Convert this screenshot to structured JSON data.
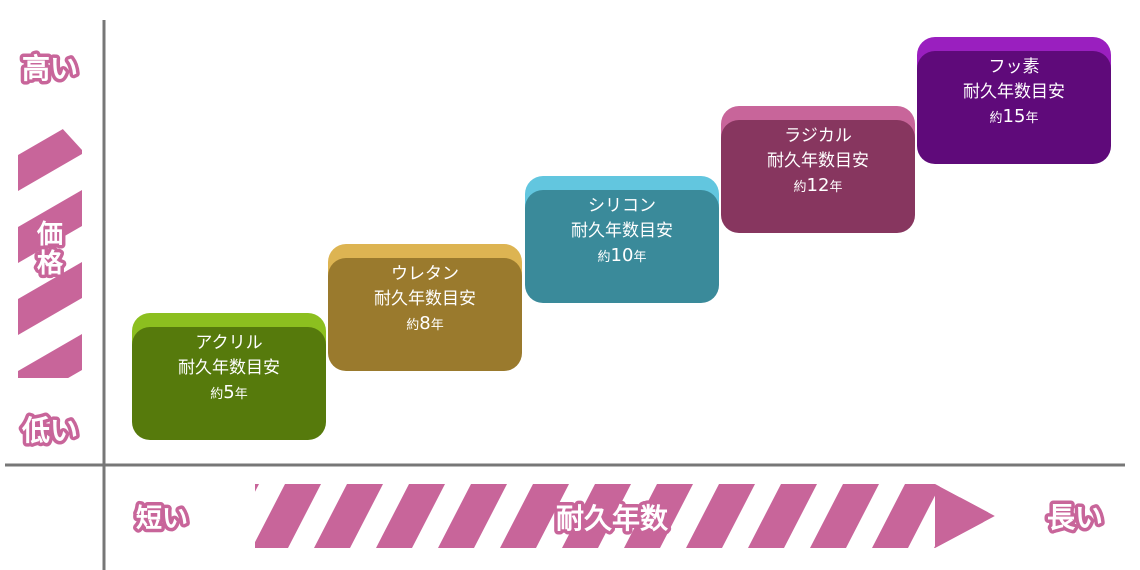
{
  "axes": {
    "y_label": "価格",
    "y_high": "高い",
    "y_low": "低い",
    "x_label": "耐久年数",
    "x_short": "短い",
    "x_long": "長い"
  },
  "colors": {
    "accent": "#c8659a",
    "axis": "#777777"
  },
  "durability_label": "耐久年数目安",
  "approx_prefix": "約",
  "year_suffix": "年",
  "items": [
    {
      "name": "アクリル",
      "years": "5",
      "color": "#8cbf1f",
      "shadow": "#567a0c"
    },
    {
      "name": "ウレタン",
      "years": "8",
      "color": "#ddb452",
      "shadow": "#9a7a2d"
    },
    {
      "name": "シリコン",
      "years": "10",
      "color": "#62c6df",
      "shadow": "#3a8a9a"
    },
    {
      "name": "ラジカル",
      "years": "12",
      "color": "#c8659a",
      "shadow": "#87365f"
    },
    {
      "name": "フッ素",
      "years": "15",
      "color": "#9a1fbf",
      "shadow": "#5f0a7a"
    }
  ]
}
